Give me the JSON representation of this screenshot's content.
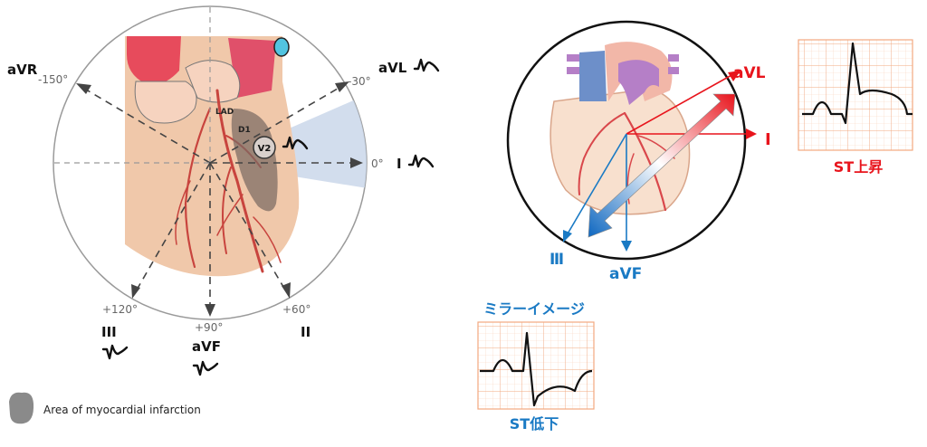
{
  "left_panel": {
    "angles": {
      "a_neg150": "-150°",
      "a_neg30": "-30°",
      "a_0": "0°",
      "a_60": "+60°",
      "a_90": "+90°",
      "a_120": "+120°"
    },
    "leads": {
      "avr": "aVR",
      "avl": "aVL",
      "i": "I",
      "ii": "II",
      "iii": "III",
      "avf": "aVF"
    },
    "anatomy": {
      "lad": "LAD",
      "d1": "D1",
      "v2": "V2"
    },
    "legend": {
      "label": "Area of myocardial infarction"
    }
  },
  "right_panel": {
    "leads": {
      "avl": "aVL",
      "i": "Ⅰ",
      "iii": "Ⅲ",
      "avf": "aVF"
    },
    "st_elevation_label": "ST上昇",
    "mirror_image_label": "ミラーイメージ",
    "st_depression_label": "ST低下"
  },
  "colors": {
    "red": "#e8141c",
    "blue": "#1a7ac4",
    "grid": "#f4b896",
    "infarct_zone": "#c7d4e8"
  }
}
